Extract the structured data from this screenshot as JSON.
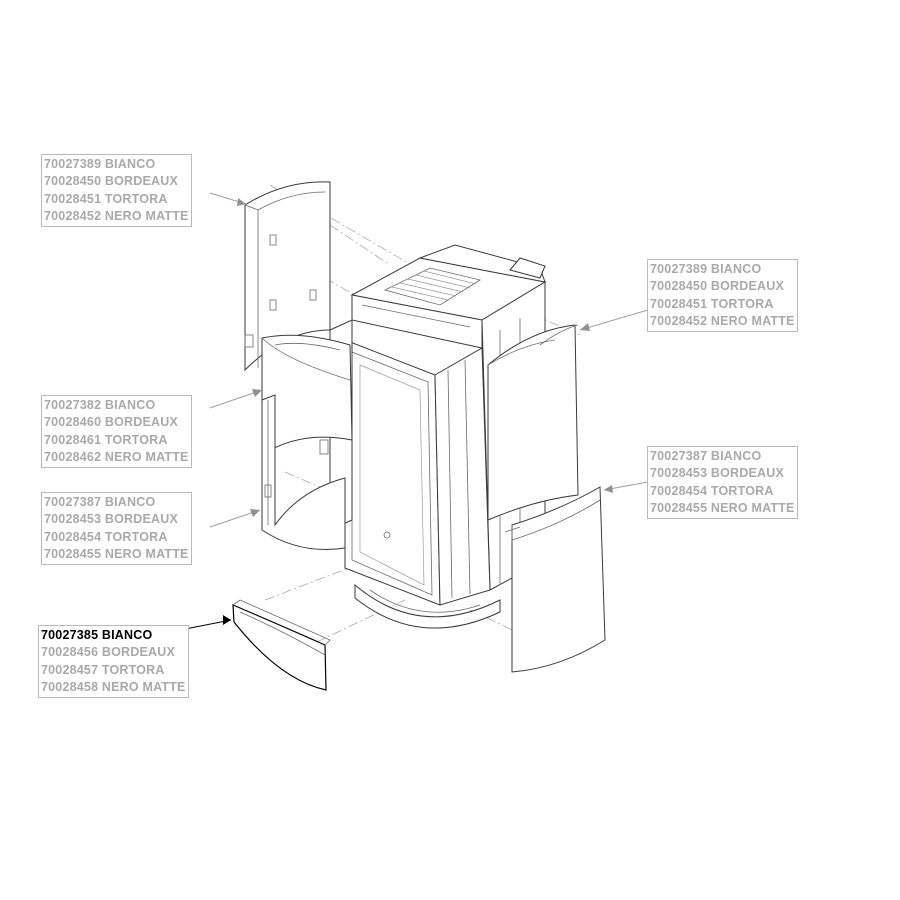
{
  "labels": [
    {
      "id": "top-left-panel",
      "lines": [
        {
          "text": "70027389 BIANCO",
          "highlight": false
        },
        {
          "text": "70028450 BORDEAUX",
          "highlight": false
        },
        {
          "text": "70028451 TORTORA",
          "highlight": false
        },
        {
          "text": "70028452 NERO MATTE",
          "highlight": false
        }
      ]
    },
    {
      "id": "top-right-panel",
      "lines": [
        {
          "text": "70027389 BIANCO",
          "highlight": false
        },
        {
          "text": "70028450 BORDEAUX",
          "highlight": false
        },
        {
          "text": "70028451 TORTORA",
          "highlight": false
        },
        {
          "text": "70028452 NERO MATTE",
          "highlight": false
        }
      ]
    },
    {
      "id": "middle-left-panel",
      "lines": [
        {
          "text": "70027382 BIANCO",
          "highlight": false
        },
        {
          "text": "70028460 BORDEAUX",
          "highlight": false
        },
        {
          "text": "70028461 TORTORA",
          "highlight": false
        },
        {
          "text": "70028462 NERO MATTE",
          "highlight": false
        }
      ]
    },
    {
      "id": "middle-right-panel",
      "lines": [
        {
          "text": "70027387 BIANCO",
          "highlight": false
        },
        {
          "text": "70028453 BORDEAUX",
          "highlight": false
        },
        {
          "text": "70028454 TORTORA",
          "highlight": false
        },
        {
          "text": "70028455 NERO MATTE",
          "highlight": false
        }
      ]
    },
    {
      "id": "lower-left-panel",
      "lines": [
        {
          "text": "70027387 BIANCO",
          "highlight": false
        },
        {
          "text": "70028453 BORDEAUX",
          "highlight": false
        },
        {
          "text": "70028454 TORTORA",
          "highlight": false
        },
        {
          "text": "70028455 NERO MATTE",
          "highlight": false
        }
      ]
    },
    {
      "id": "front-bottom-panel",
      "lines": [
        {
          "text": "70027385 BIANCO",
          "highlight": true
        },
        {
          "text": "70028456 BORDEAUX",
          "highlight": false
        },
        {
          "text": "70028457 TORTORA",
          "highlight": false
        },
        {
          "text": "70028458 NERO MATTE",
          "highlight": false
        }
      ]
    }
  ],
  "colors": {
    "highlight_text": "#000000",
    "normal_text": "#a9a9a9",
    "box_border": "#b9b9b9"
  }
}
